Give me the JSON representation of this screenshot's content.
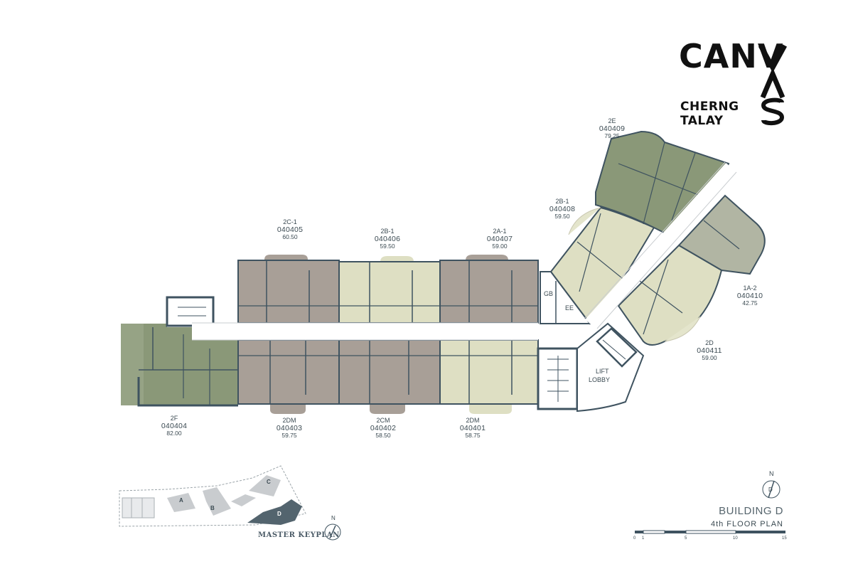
{
  "brand": {
    "name_top": "CANV",
    "name_side": "AS",
    "line1": "CHERNG",
    "line2": "TALAY"
  },
  "building": {
    "title": "BUILDING D",
    "floor": "4th  FLOOR  PLAN"
  },
  "keyplan": {
    "title": "MASTER KEYPLAN",
    "blocks": [
      "A",
      "B",
      "C",
      "D"
    ],
    "north": "N"
  },
  "compass": {
    "north": "N",
    "letter": "D"
  },
  "scale": {
    "ticks": [
      "0",
      "1",
      "5",
      "10",
      "15"
    ]
  },
  "rooms": {
    "gb": "GB",
    "ee": "EE",
    "lift1": "LIFT",
    "lift2": "LOBBY"
  },
  "units": [
    {
      "type": "2C-1",
      "number": "040405",
      "area": "60.50"
    },
    {
      "type": "2B-1",
      "number": "040406",
      "area": "59.50"
    },
    {
      "type": "2A-1",
      "number": "040407",
      "area": "59.00"
    },
    {
      "type": "2B-1",
      "number": "040408",
      "area": "59.50"
    },
    {
      "type": "2E",
      "number": "040409",
      "area": "79.25"
    },
    {
      "type": "1A-2",
      "number": "040410",
      "area": "42.75"
    },
    {
      "type": "2D",
      "number": "040411",
      "area": "59.00"
    },
    {
      "type": "2F",
      "number": "040404",
      "area": "82.00"
    },
    {
      "type": "2DM",
      "number": "040403",
      "area": "59.75"
    },
    {
      "type": "2CM",
      "number": "040402",
      "area": "58.50"
    },
    {
      "type": "2DM",
      "number": "040401",
      "area": "58.75"
    }
  ],
  "colors": {
    "taupe": "#a89f97",
    "cream": "#dedfc3",
    "olive": "#8a9878",
    "sage": "#b1b5a3",
    "wall": "#3f5360",
    "corridor": "#ffffff"
  }
}
